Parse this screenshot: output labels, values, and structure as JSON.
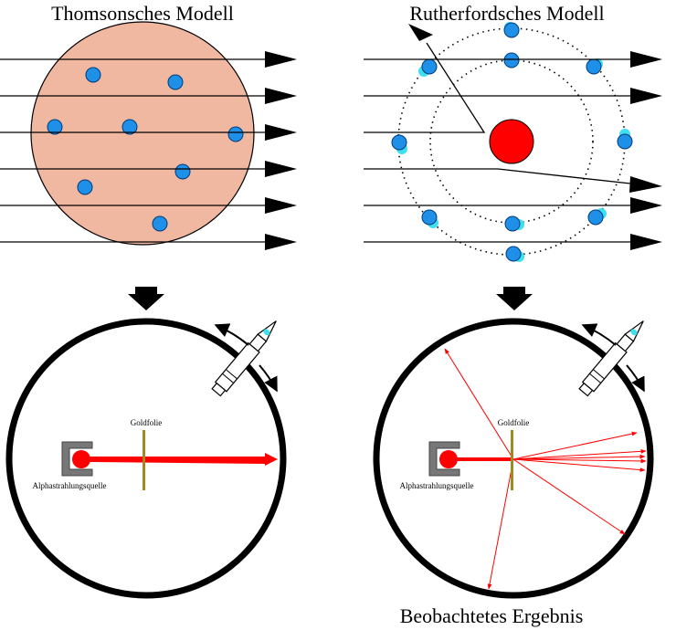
{
  "titles": {
    "left": "Thomsonsches Modell",
    "right": "Rutherfordsches Modell",
    "result": "Beobachtetes Ergebnis"
  },
  "labels": {
    "gold_foil_left": "Goldfolie",
    "source_left": "Alphastrahlungsquelle",
    "gold_foil_right": "Goldfolie",
    "source_right": "Alphastrahlungsquelle"
  },
  "colors": {
    "thomson_fill": "#f0b7a1",
    "electron": "#1e90e8",
    "electron_glow": "#3ee0f0",
    "nucleus": "#ff0000",
    "alpha_beam": "#ff0000",
    "gold_foil": "#a08a20",
    "source_housing": "#777777"
  },
  "icons": {
    "down_arrow": "down-arrow-icon",
    "detector": "microscope-detector-icon",
    "rotate": "rotation-arrow-icon"
  }
}
